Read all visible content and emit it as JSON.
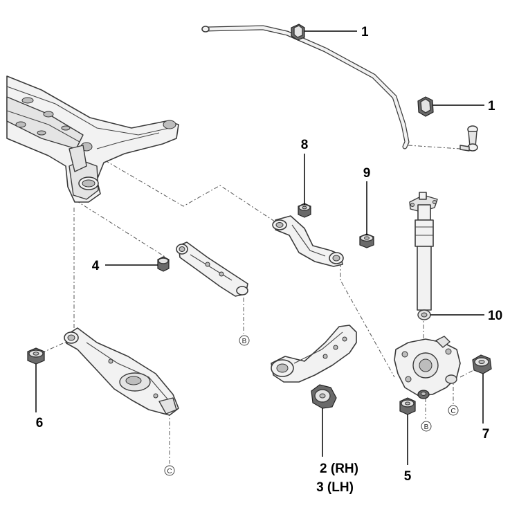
{
  "callouts": {
    "c1a": "1",
    "c1b": "1",
    "c2": "2 (RH)",
    "c3": "3 (LH)",
    "c4": "4",
    "c5": "5",
    "c6": "6",
    "c7": "7",
    "c8": "8",
    "c9": "9",
    "c10": "10"
  },
  "refs": {
    "b1": "B",
    "b2": "B",
    "c1": "C",
    "c2": "C"
  }
}
